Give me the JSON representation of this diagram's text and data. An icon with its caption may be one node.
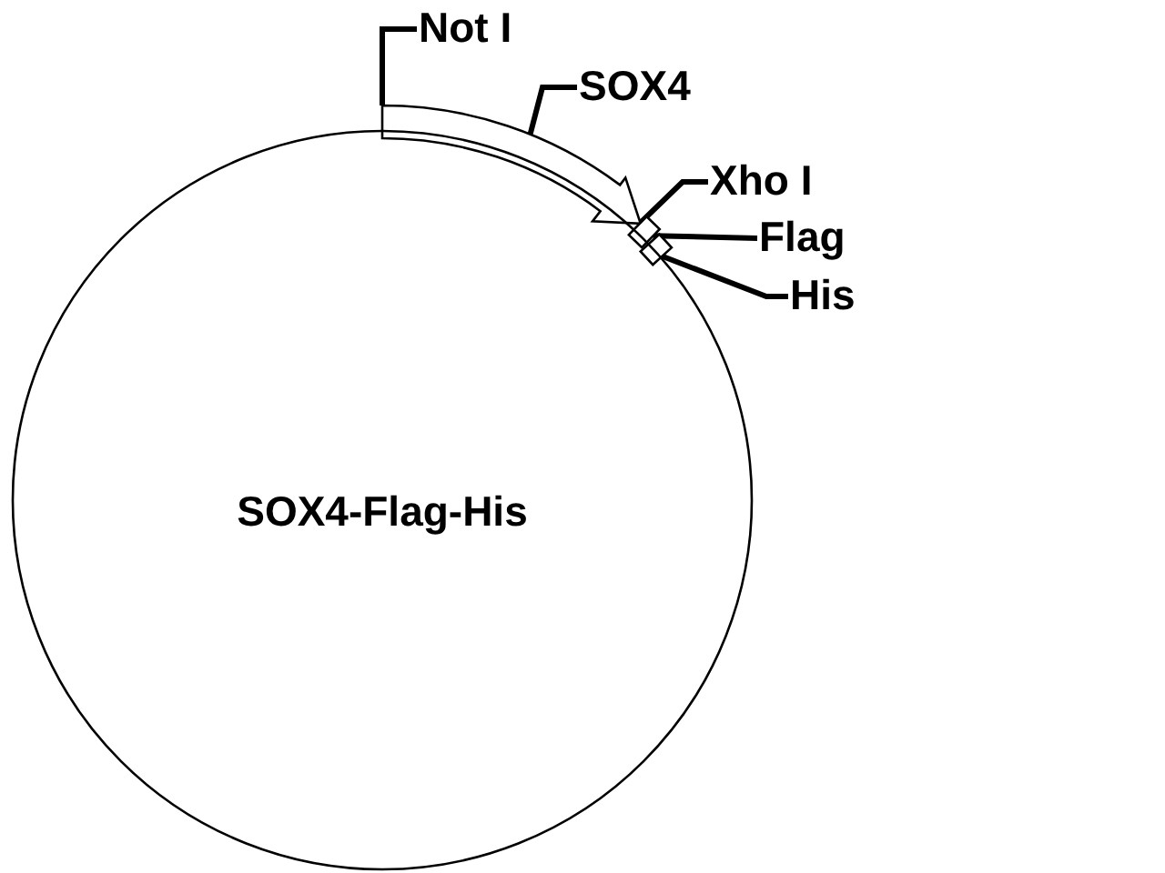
{
  "diagram": {
    "nodes": [
      {
        "text": [
          "SOX4-Flag-His"
        ]
      },
      {
        "text": [
          "Not I"
        ]
      },
      {
        "text": [
          "SOX4"
        ]
      },
      {
        "text": [
          "Xho I"
        ]
      },
      {
        "text": [
          "Flag"
        ]
      },
      {
        "text": [
          "His"
        ]
      },
      {
        "text": [],
        "shape": "arrow"
      },
      {
        "text": [],
        "shape": "box"
      },
      {
        "text": [],
        "shape": "box"
      }
    ],
    "edges": [
      {
        "from": 1,
        "to": 6,
        "arrow": "none"
      },
      {
        "from": 2,
        "to": 6,
        "arrow": "none"
      },
      {
        "from": 3,
        "to": 7,
        "arrow": "none"
      },
      {
        "from": 4,
        "to": 7,
        "arrow": "none"
      },
      {
        "from": 5,
        "to": 8,
        "arrow": "none"
      }
    ]
  }
}
